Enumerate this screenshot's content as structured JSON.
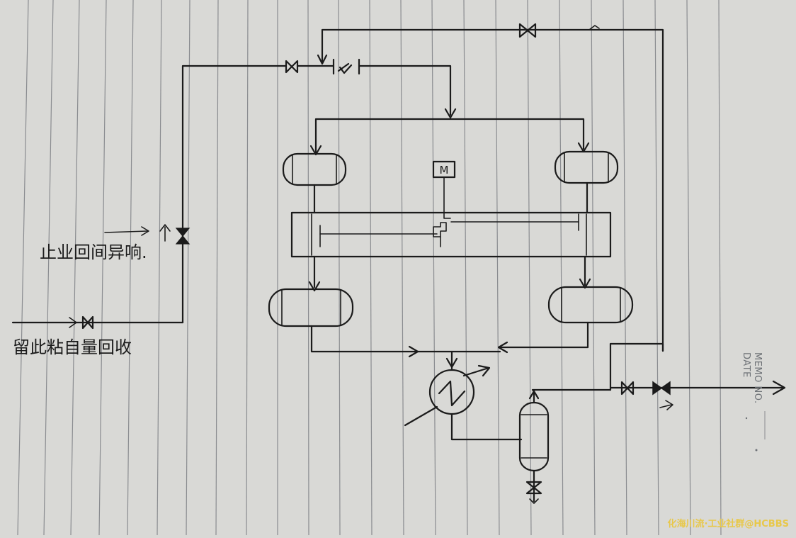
{
  "annotations": {
    "upper_label": "止业回间异响.",
    "lower_label": "留此粘自量回收"
  },
  "paper": {
    "memo_label": "MEMO NO.",
    "date_label": "DATE"
  },
  "watermark": {
    "text": "化海川流·工业社群@HCBBS"
  },
  "icons": {
    "meter_box_symbol": "M"
  },
  "colors": {
    "paper": "#d9d9d6",
    "ink": "#1b1b1b",
    "rule_lines": "#8a8c90",
    "watermark": "#e8c84a"
  }
}
